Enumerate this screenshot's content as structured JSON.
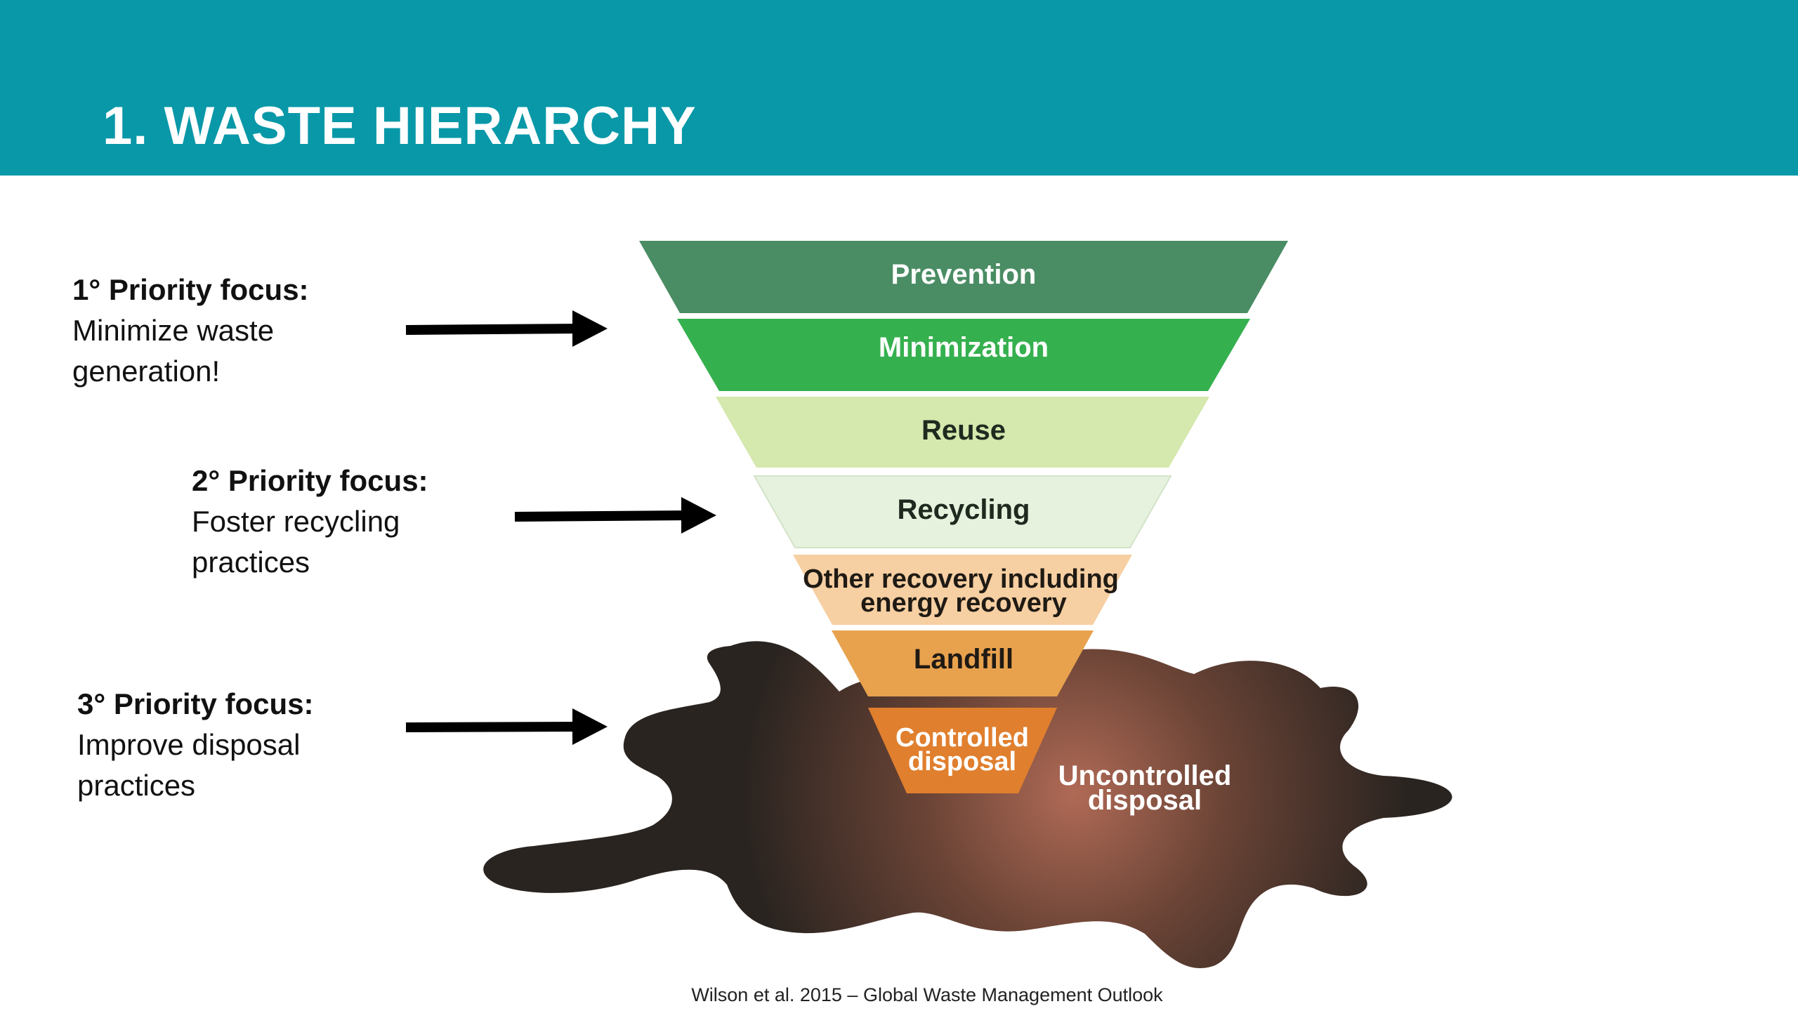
{
  "title": "1. WASTE HIERARCHY",
  "priorities": [
    {
      "heading": "1° Priority focus:",
      "lines": [
        "Minimize waste",
        "generation!"
      ]
    },
    {
      "heading": "2° Priority focus:",
      "lines": [
        "Foster recycling",
        "practices"
      ]
    },
    {
      "heading": "3° Priority focus:",
      "lines": [
        "Improve disposal",
        "practices"
      ]
    }
  ],
  "hierarchy": {
    "levels": [
      {
        "label": "Prevention",
        "color": "#4a8c64",
        "text_color": "#ffffff"
      },
      {
        "label": "Minimization",
        "color": "#35b04e",
        "text_color": "#ffffff"
      },
      {
        "label": "Reuse",
        "color": "#d5e8ad",
        "text_color": "#1f2a1f"
      },
      {
        "label": "Recycling",
        "color": "#e6f2dd",
        "text_color": "#1f2a1f"
      },
      {
        "label_line1": "Other recovery including",
        "label_line2": "energy recovery",
        "color": "#f6cfa2",
        "text_color": "#1f1a14"
      },
      {
        "label": "Landfill",
        "color": "#e8a24e",
        "text_color": "#1f1a14"
      },
      {
        "label_line1": "Controlled",
        "label_line2": "disposal",
        "color": "#e07f2e",
        "text_color": "#ffffff"
      }
    ],
    "uncontrolled": {
      "label_line1": "Uncontrolled",
      "label_line2": "disposal"
    }
  },
  "colors": {
    "header": "#0898a8",
    "arrow": "#000000",
    "blob_dark": "#2a2420",
    "blob_glow": "#b06a56"
  },
  "source": "Wilson et al. 2015 – Global Waste Management Outlook"
}
